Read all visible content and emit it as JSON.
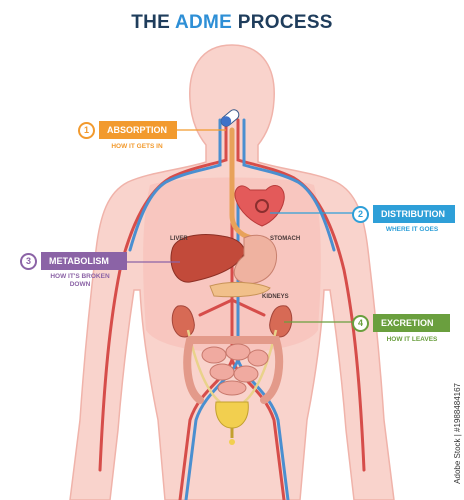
{
  "title": {
    "prefix": "THE",
    "accent": "ADME",
    "suffix": "PROCESS"
  },
  "steps": [
    {
      "number": "1",
      "label": "ABSORPTION",
      "subtitle": "HOW IT GETS IN",
      "color": "#f29a2e"
    },
    {
      "number": "2",
      "label": "DISTRIBUTION",
      "subtitle": "WHERE IT GOES",
      "color": "#2e9fd8"
    },
    {
      "number": "3",
      "label": "METABOLISM",
      "subtitle": "HOW IT'S BROKEN DOWN",
      "color": "#8b63a6"
    },
    {
      "number": "4",
      "label": "EXCRETION",
      "subtitle": "HOW IT LEAVES",
      "color": "#6a9f3e"
    }
  ],
  "organs": {
    "liver": "LIVER",
    "stomach": "STOMACH",
    "kidneys": "KIDNEYS"
  },
  "credit": "Adobe Stock | #1988484167",
  "colors": {
    "body": "#f7c9c2",
    "artery": "#d64d4a",
    "vein": "#4a8fd0"
  }
}
